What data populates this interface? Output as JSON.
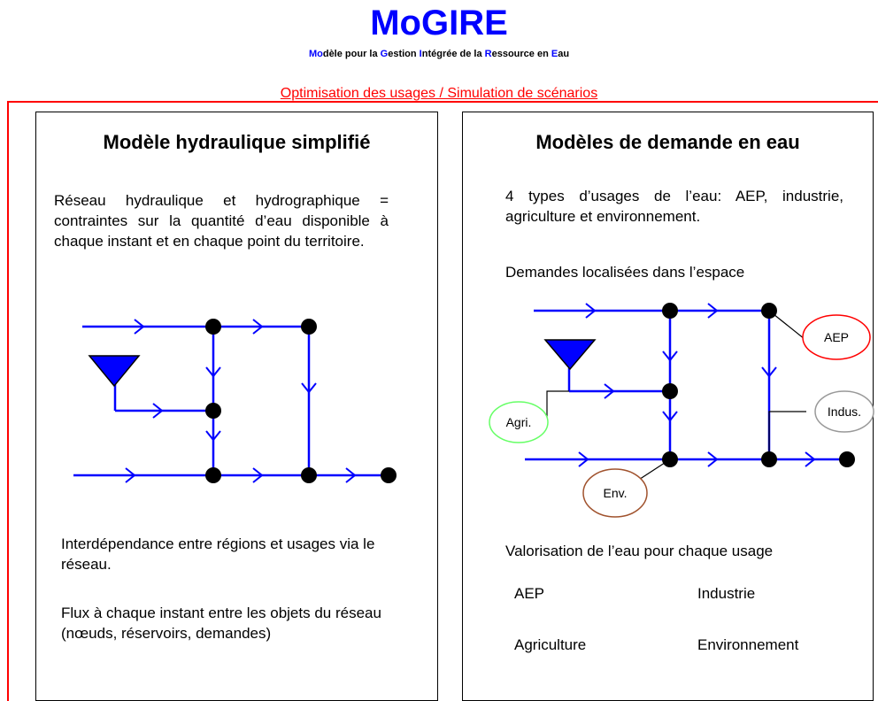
{
  "header": {
    "title": "MoGIRE",
    "subtitle_parts": [
      "Mo",
      "dèle pour la ",
      "G",
      "estion ",
      "I",
      "ntégrée de la ",
      "R",
      "essource en ",
      "E",
      "au"
    ],
    "banner": "Optimisation des usages / Simulation de scénarios"
  },
  "colors": {
    "title": "#0000ff",
    "banner": "#ff0000",
    "network": "#0000ff",
    "node": "#000000",
    "aep_border": "#ff0000",
    "agri_border": "#66ff66",
    "env_border": "#a0522d",
    "indus_border": "#999999"
  },
  "left_panel": {
    "title": "Modèle hydraulique simplifié",
    "intro": "Réseau hydraulique et hydrographique = contraintes sur la quantité d’eau disponible à chaque instant et en chaque point du territoire.",
    "text1": "Interdépendance entre régions et usages via le réseau.",
    "text2": "Flux à chaque instant entre les objets du réseau (nœuds, réservoirs, demandes)"
  },
  "right_panel": {
    "title": "Modèles de demande en eau",
    "intro": "4 types d’usages de l’eau: AEP, industrie, agriculture et environnement.",
    "spatial": "Demandes localisées dans l’espace",
    "labels": {
      "aep": "AEP",
      "indus": "Indus.",
      "agri": "Agri.",
      "env": "Env."
    },
    "valorisation": "Valorisation de l’eau pour chaque usage",
    "usages": [
      "AEP",
      "Industrie",
      "Agriculture",
      "Environnement"
    ]
  }
}
